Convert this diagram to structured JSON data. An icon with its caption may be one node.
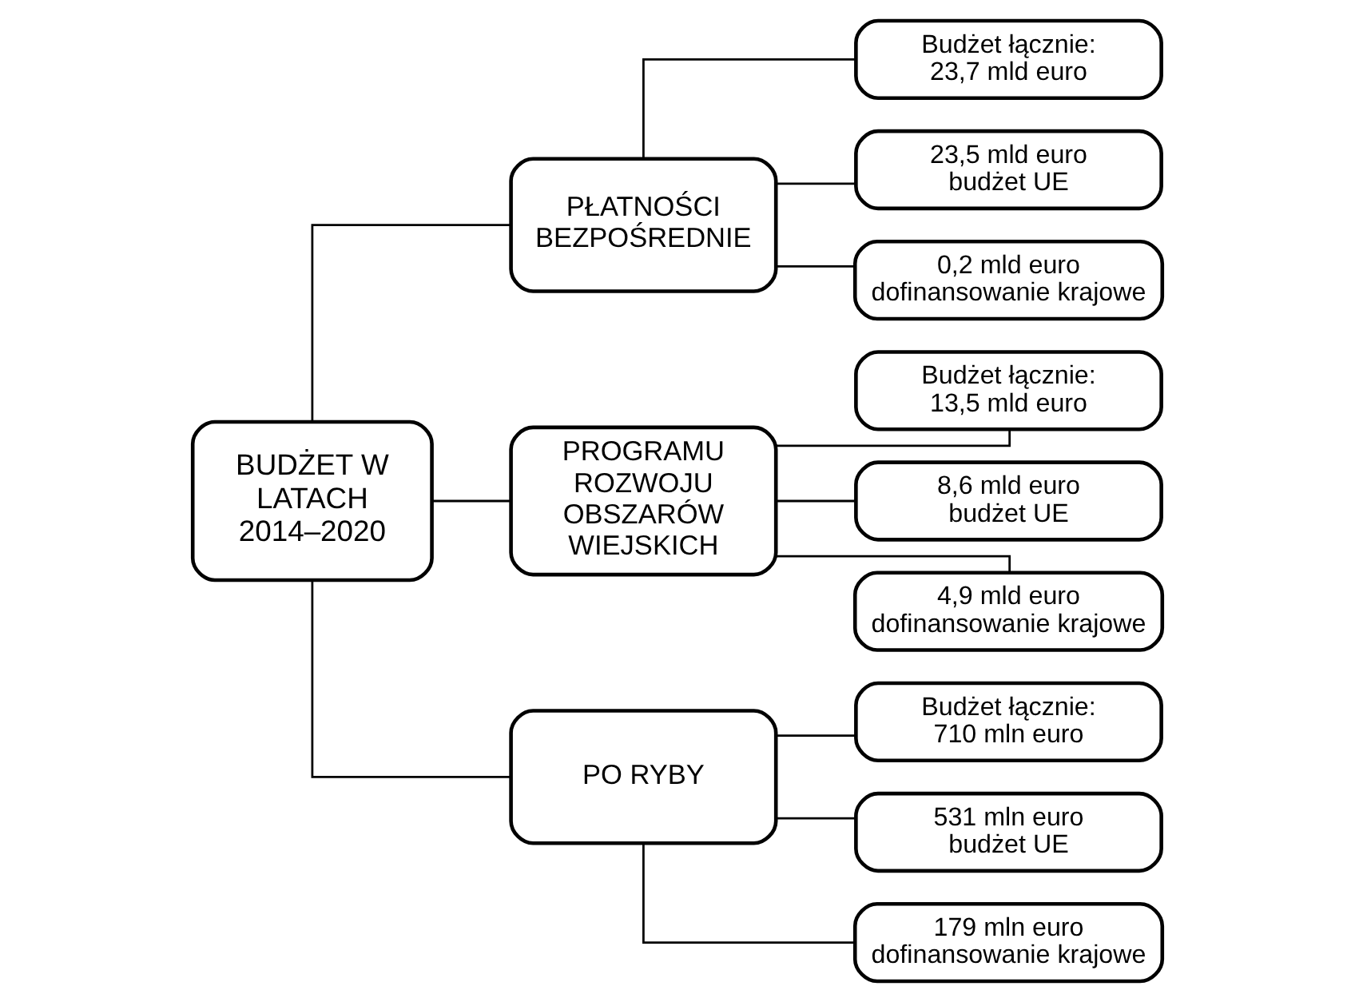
{
  "diagram": {
    "nodes": [
      {
        "text": [
          "BUDŻET W LATACH 2014–2020"
        ]
      },
      {
        "text": [
          "PŁATNOŚCI BEZPOŚREDNIE"
        ]
      },
      {
        "text": [
          "PROGRAMU ROZWOJU OBSZARÓW WIEJSKICH"
        ]
      },
      {
        "text": [
          "PO RYBY"
        ]
      },
      {
        "text": [
          "Budżet łącznie:",
          "23,7 mld euro"
        ]
      },
      {
        "text": [
          "23,5 mld euro",
          "budżet UE"
        ]
      },
      {
        "text": [
          "0,2 mld euro",
          "dofinansowanie krajowe"
        ]
      },
      {
        "text": [
          "Budżet łącznie:",
          "13,5 mld euro"
        ]
      },
      {
        "text": [
          "8,6 mld euro",
          "budżet UE"
        ]
      },
      {
        "text": [
          "4,9 mld euro",
          "dofinansowanie krajowe"
        ]
      },
      {
        "text": [
          "Budżet łącznie:",
          "710 mln euro"
        ]
      },
      {
        "text": [
          "531 mln euro",
          "budżet UE"
        ]
      },
      {
        "text": [
          "179 mln euro",
          "dofinansowanie krajowe"
        ]
      }
    ],
    "edges": [
      {
        "from": 0,
        "to": 1,
        "arrow": "none"
      },
      {
        "from": 0,
        "to": 2,
        "arrow": "none"
      },
      {
        "from": 0,
        "to": 3,
        "arrow": "none"
      },
      {
        "from": 1,
        "to": 4,
        "arrow": "none"
      },
      {
        "from": 1,
        "to": 5,
        "arrow": "none"
      },
      {
        "from": 1,
        "to": 6,
        "arrow": "none"
      },
      {
        "from": 2,
        "to": 7,
        "arrow": "none"
      },
      {
        "from": 2,
        "to": 8,
        "arrow": "none"
      },
      {
        "from": 2,
        "to": 9,
        "arrow": "none"
      },
      {
        "from": 3,
        "to": 10,
        "arrow": "none"
      },
      {
        "from": 3,
        "to": 11,
        "arrow": "none"
      },
      {
        "from": 3,
        "to": 12,
        "arrow": "none"
      }
    ]
  }
}
